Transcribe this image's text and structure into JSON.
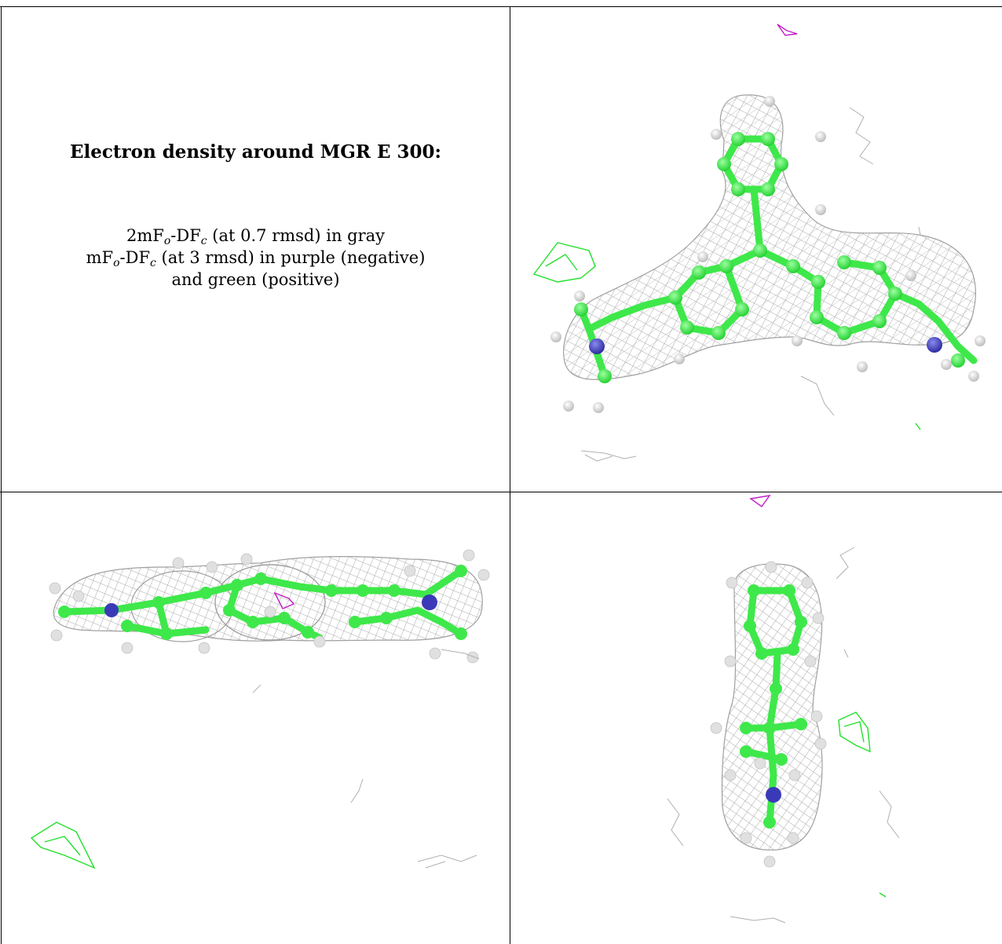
{
  "caption": {
    "title": "Electron density around MGR E 300:",
    "line1": {
      "a": "2mF",
      "a_sub": "o",
      "b": "-DF",
      "b_sub": "c",
      "rest": " (at 0.7 rmsd) in gray"
    },
    "line2": {
      "a": "mF",
      "a_sub": "o",
      "b": "-DF",
      "b_sub": "c",
      "rest": " (at 3 rmsd) in purple (negative)"
    },
    "line3": "and green (positive)"
  },
  "colors": {
    "mesh_gray": "#9e9e9e",
    "carbon_green": "#3ee84a",
    "nitrogen_blue": "#3a3ab8",
    "hydrogen_white": "#e6e6e6",
    "positive_green": "#22e02a",
    "negative_purple": "#c21ec8"
  },
  "views": [
    "top-view",
    "side-view",
    "end-on-view"
  ]
}
